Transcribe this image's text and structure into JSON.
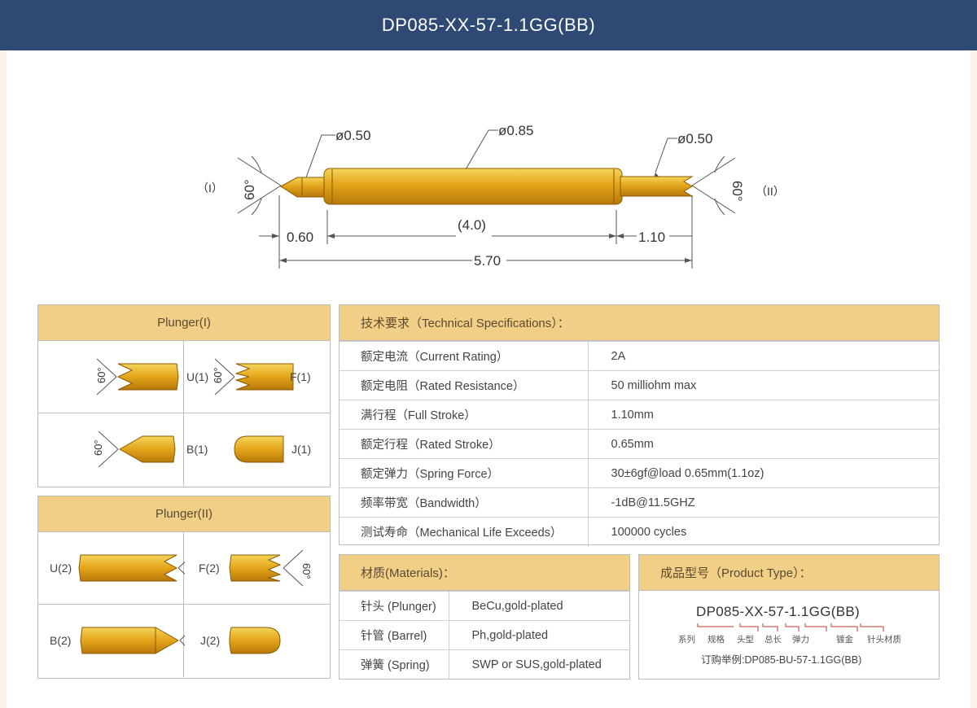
{
  "header": {
    "title": "DP085-XX-57-1.1GG(BB)"
  },
  "drawing": {
    "dia_tip1": "ø0.50",
    "dia_body": "ø0.85",
    "dia_tip2": "ø0.50",
    "angle_left": "60°",
    "angle_right": "60°",
    "end_left": "（I）",
    "end_right": "（II）",
    "dim_tip1": "0.60",
    "dim_body": "(4.0)",
    "dim_tip2": "1.10",
    "dim_total": "5.70"
  },
  "plunger1": {
    "title": "Plunger(I)",
    "angle": "60°",
    "items": [
      "U(1)",
      "F(1)",
      "B(1)",
      "J(1)"
    ]
  },
  "plunger2": {
    "title": "Plunger(II)",
    "angle": "60°",
    "items": [
      "U(2)",
      "F(2)",
      "B(2)",
      "J(2)"
    ]
  },
  "specs": {
    "title": "技术要求（Technical Specifications）：",
    "rows": [
      {
        "k": "额定电流（Current Rating）",
        "v": "2A"
      },
      {
        "k": "额定电阻（Rated Resistance）",
        "v": "50 milliohm max"
      },
      {
        "k": "满行程（Full Stroke）",
        "v": "1.10mm"
      },
      {
        "k": "额定行程（Rated Stroke）",
        "v": "0.65mm"
      },
      {
        "k": "额定弹力（Spring Force）",
        "v": "30±6gf@load 0.65mm(1.1oz)"
      },
      {
        "k": "频率带宽（Bandwidth）",
        "v": "-1dB@11.5GHZ"
      },
      {
        "k": "测试寿命（Mechanical Life Exceeds）",
        "v": "100000 cycles"
      }
    ]
  },
  "materials": {
    "title": "材质(Materials)：",
    "rows": [
      {
        "k": "针头 (Plunger)",
        "v": "BeCu,gold-plated"
      },
      {
        "k": "针管 (Barrel)",
        "v": "Ph,gold-plated"
      },
      {
        "k": "弹簧 (Spring)",
        "v": "SWP or SUS,gold-plated"
      }
    ]
  },
  "product": {
    "title": "成品型号（Product Type）：",
    "code": "DP085-XX-57-1.1GG(BB)",
    "labels": [
      "系列",
      "规格",
      "头型",
      "总长",
      "弹力",
      "镀金",
      "针头材质"
    ],
    "example": "订购举例:DP085-BU-57-1.1GG(BB)"
  }
}
